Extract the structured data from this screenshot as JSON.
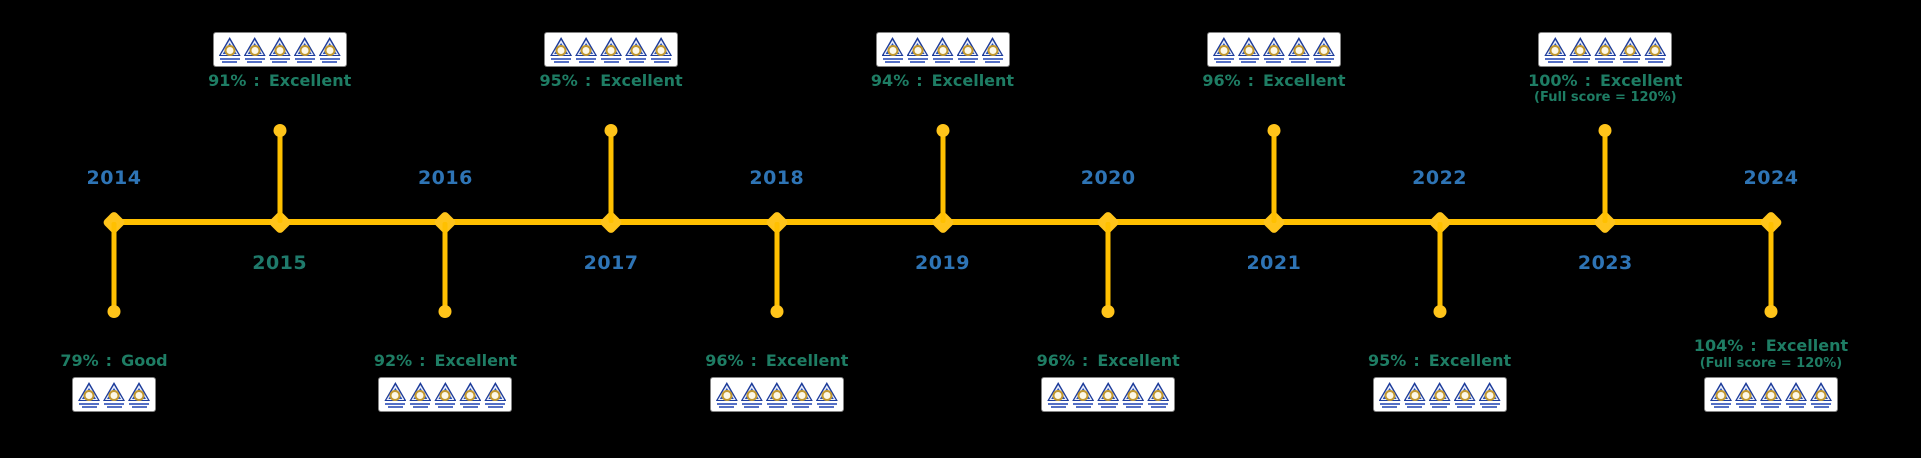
{
  "timeline": {
    "separator": ":",
    "colors": {
      "line": "#FFC000",
      "marker": "#FFC41A",
      "year_text": "#2E74B5",
      "year_2015_text": "#1F7A6B",
      "score_text": "#1E7D64",
      "badge_blue": "#1C3B9A",
      "badge_gold": "#C3992F"
    },
    "badge_icon_name": "triangle-award-badge-icon",
    "entries": [
      {
        "year": "2014",
        "side": "down",
        "score": "79%",
        "rating": "Good",
        "note": "",
        "badges": 3,
        "year_color": "#2E74B5"
      },
      {
        "year": "2015",
        "side": "up",
        "score": "91%",
        "rating": "Excellent",
        "note": "",
        "badges": 5,
        "year_color": "#1F7A6B"
      },
      {
        "year": "2016",
        "side": "down",
        "score": "92%",
        "rating": "Excellent",
        "note": "",
        "badges": 5,
        "year_color": "#2E74B5"
      },
      {
        "year": "2017",
        "side": "up",
        "score": "95%",
        "rating": "Excellent",
        "note": "",
        "badges": 5,
        "year_color": "#2E74B5"
      },
      {
        "year": "2018",
        "side": "down",
        "score": "96%",
        "rating": "Excellent",
        "note": "",
        "badges": 5,
        "year_color": "#2E74B5"
      },
      {
        "year": "2019",
        "side": "up",
        "score": "94%",
        "rating": "Excellent",
        "note": "",
        "badges": 5,
        "year_color": "#2E74B5"
      },
      {
        "year": "2020",
        "side": "down",
        "score": "96%",
        "rating": "Excellent",
        "note": "",
        "badges": 5,
        "year_color": "#2E74B5"
      },
      {
        "year": "2021",
        "side": "up",
        "score": "96%",
        "rating": "Excellent",
        "note": "",
        "badges": 5,
        "year_color": "#2E74B5"
      },
      {
        "year": "2022",
        "side": "down",
        "score": "95%",
        "rating": "Excellent",
        "note": "",
        "badges": 5,
        "year_color": "#2E74B5"
      },
      {
        "year": "2023",
        "side": "up",
        "score": "100%",
        "rating": "Excellent",
        "note": "(Full score = 120%)",
        "badges": 5,
        "year_color": "#2E74B5"
      },
      {
        "year": "2024",
        "side": "down",
        "score": "104%",
        "rating": "Excellent",
        "note": "(Full score = 120%)",
        "badges": 5,
        "year_color": "#2E74B5"
      }
    ]
  }
}
